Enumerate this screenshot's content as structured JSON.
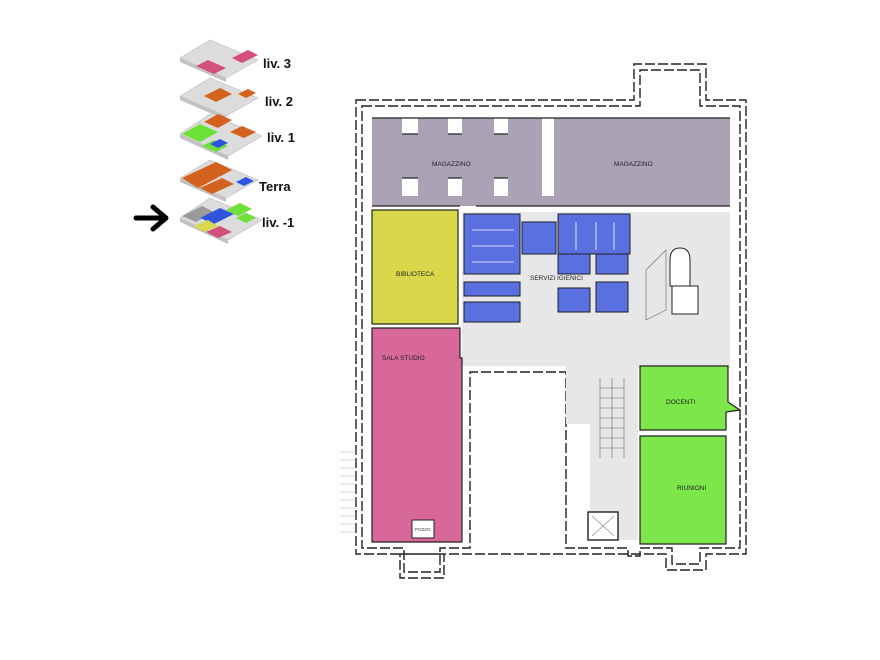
{
  "levels": {
    "items": [
      {
        "label": "liv. 3"
      },
      {
        "label": "liv. 2"
      },
      {
        "label": "liv. 1"
      },
      {
        "label": "Terra"
      },
      {
        "label": "liv. -1"
      }
    ],
    "current": "liv. -1"
  },
  "rooms": {
    "magazzino_a": "MAGAZZINO",
    "magazzino_b": "MAGAZZINO",
    "biblioteca": "BIBLIOTECA",
    "servizi": "SERVIZI IGIENICI",
    "sala_studio": "SALA STUDIO",
    "docenti": "DOCENTI",
    "riunioni": "RIUNIONI",
    "pozzo": "POZZO"
  },
  "colors": {
    "magazzino": "#aba3b5",
    "biblioteca": "#d8d84a",
    "servizi": "#5a6fe0",
    "sala_studio": "#d8679a",
    "docenti": "#7ce64a",
    "corridor": "#e7e7ea",
    "wall": "#222222",
    "level_orange": "#d4621f",
    "level_pink": "#d4507a",
    "level_green": "#6ee03a",
    "level_blue": "#2f55e0",
    "level_grey": "#d9d9d9"
  }
}
